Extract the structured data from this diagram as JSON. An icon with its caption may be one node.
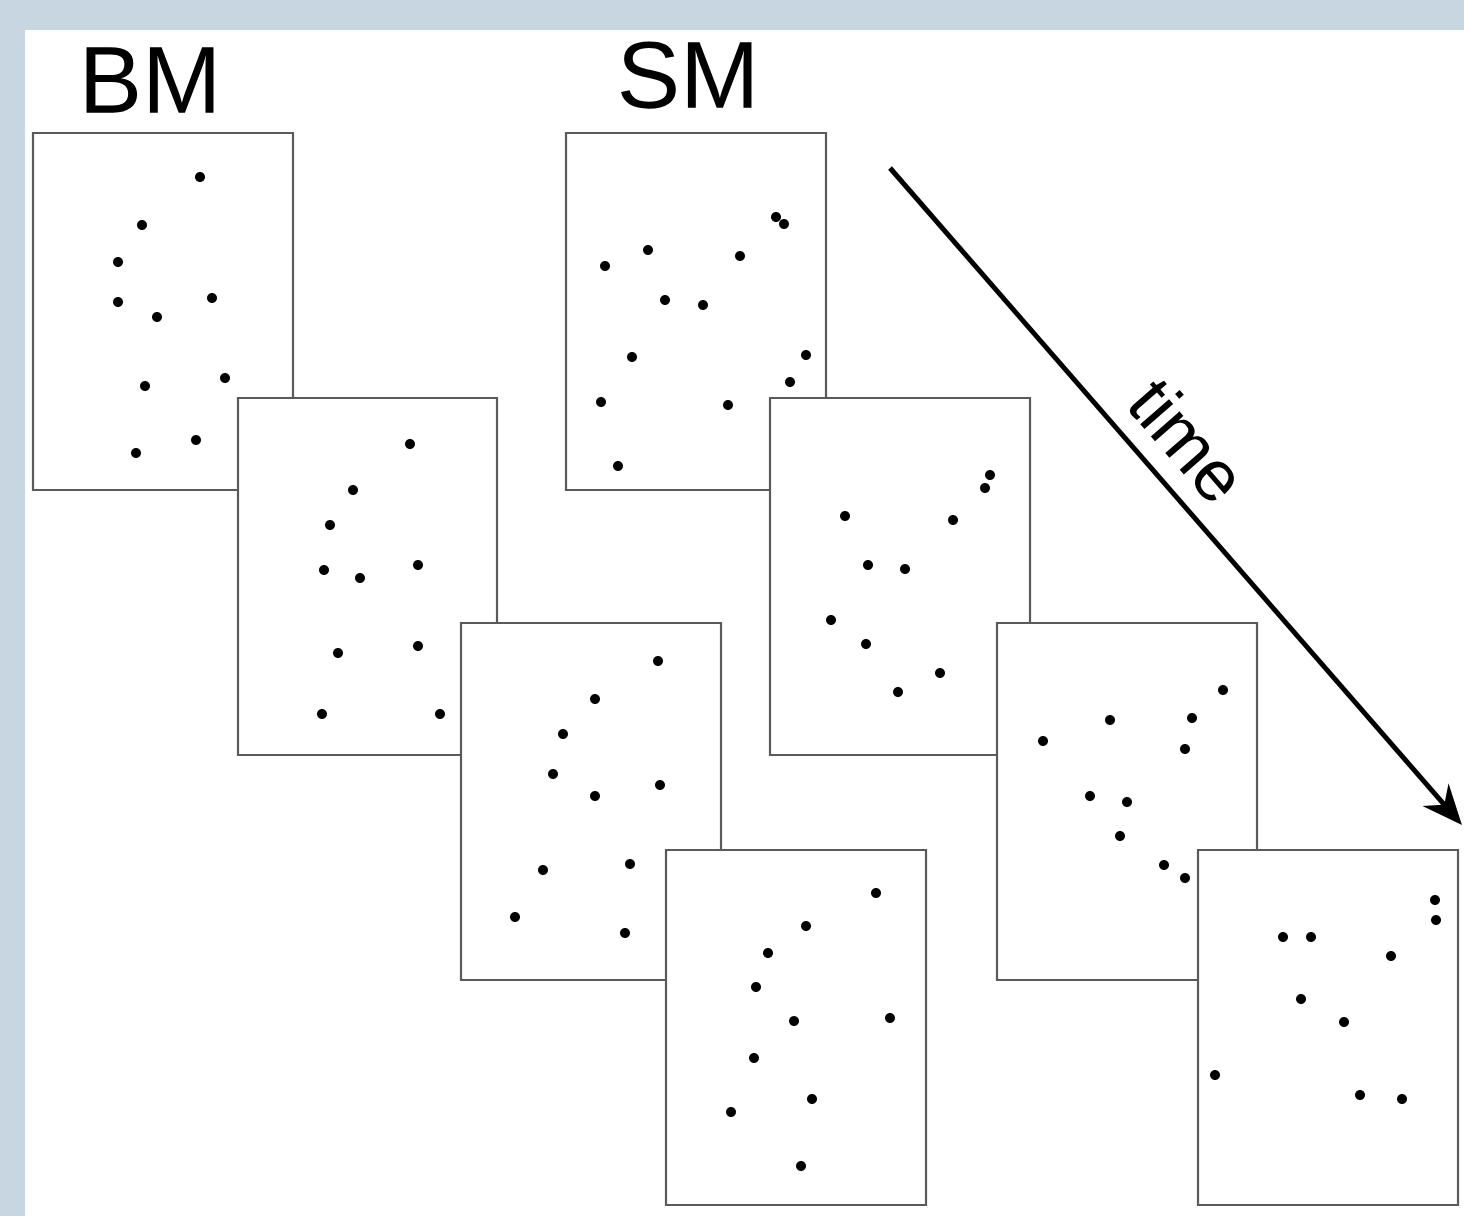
{
  "diagram": {
    "labels": [
      "BM",
      "SM",
      "time"
    ]
  }
}
